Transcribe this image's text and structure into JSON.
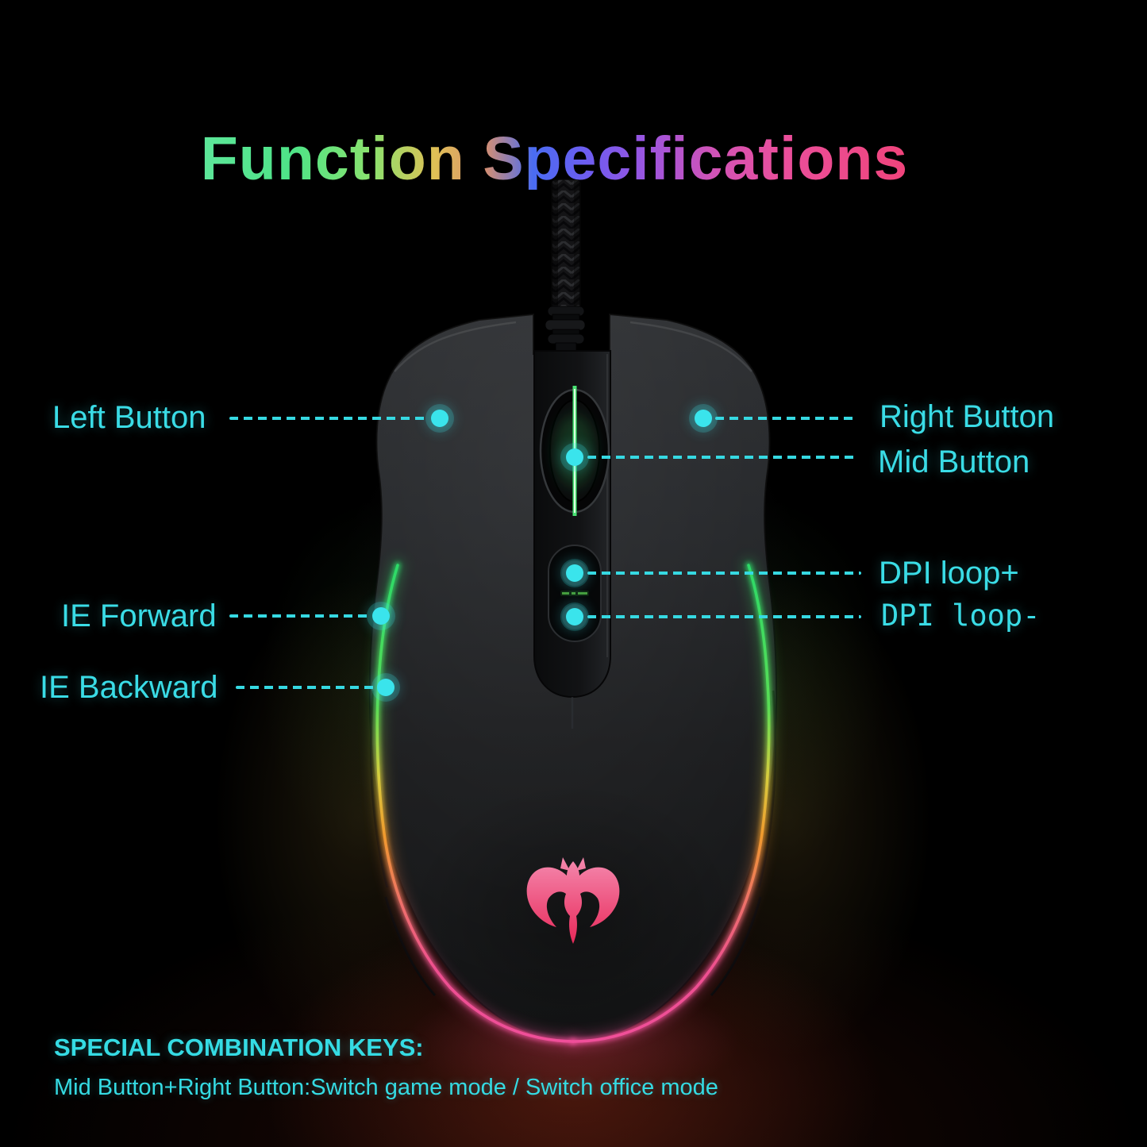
{
  "title": "Function Specifications",
  "callouts": {
    "left_button": "Left Button",
    "right_button": "Right Button",
    "mid_button": "Mid Button",
    "dpi_loop_plus": "DPI loop+",
    "dpi_loop_minus": "DPI loop-",
    "ie_forward": "IE Forward",
    "ie_backward": "IE Backward"
  },
  "footer": {
    "heading": "SPECIAL COMBINATION KEYS:",
    "description": "Mid Button+Right Button:Switch game mode / Switch office mode"
  },
  "colors": {
    "accent_cyan": "#3adce6",
    "wheel_light_green": "#49e273",
    "logo_pink": "#e72556",
    "title_gradient_start": "#5de69a",
    "title_gradient_end": "#f0447b"
  }
}
